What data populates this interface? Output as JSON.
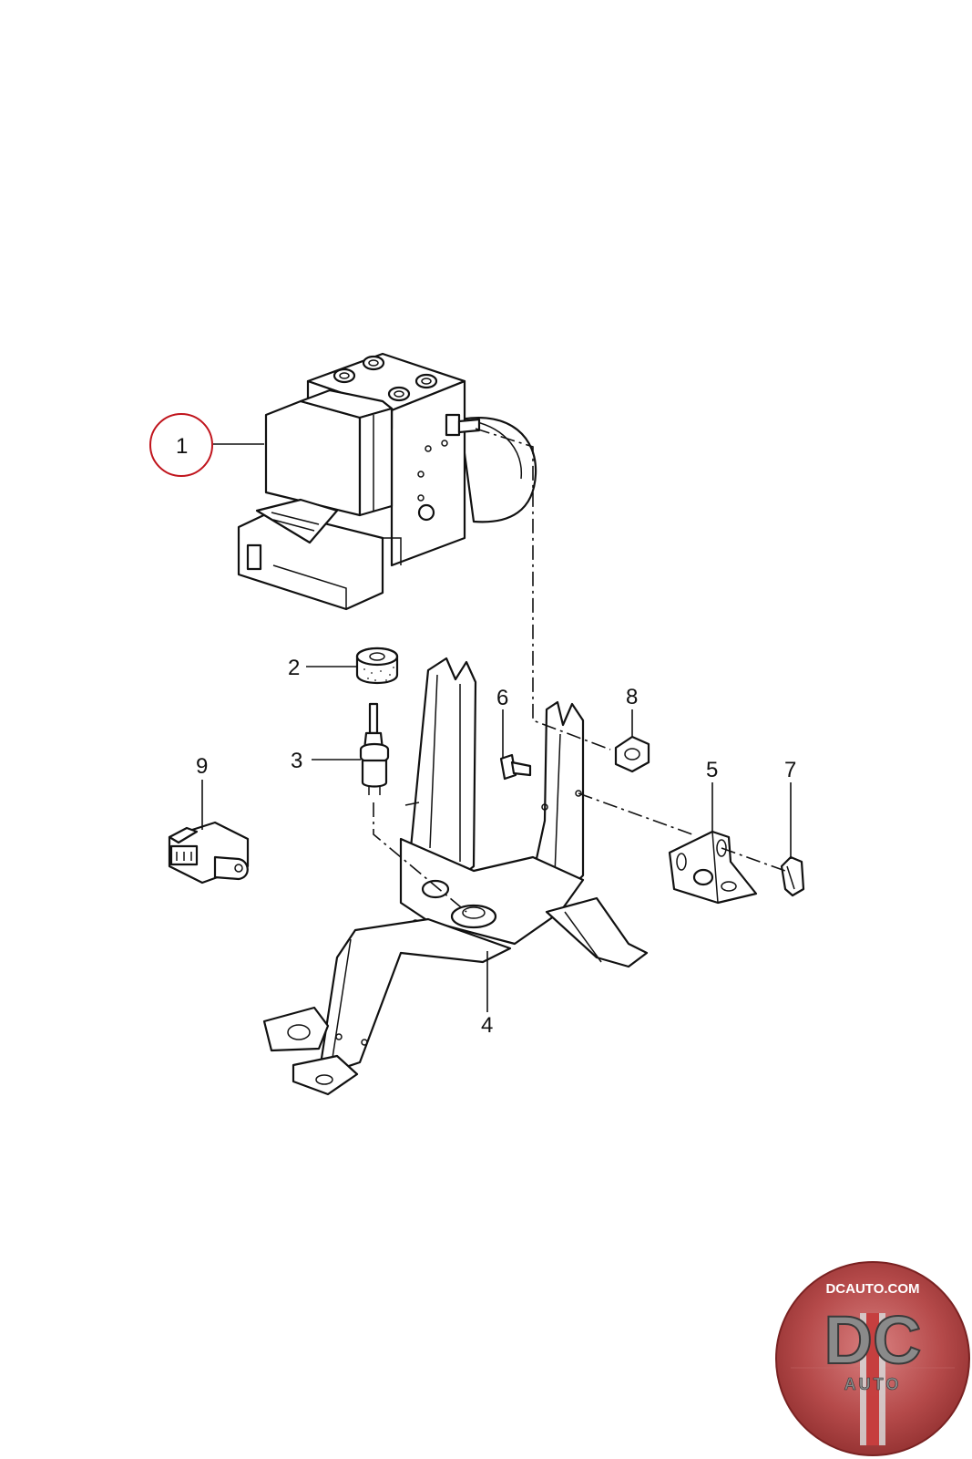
{
  "diagram": {
    "callouts": [
      {
        "id": "1",
        "label": "1",
        "highlighted": true,
        "part": "abs-hydraulic-unit"
      },
      {
        "id": "2",
        "label": "2",
        "highlighted": false,
        "part": "rubber-grommet"
      },
      {
        "id": "3",
        "label": "3",
        "highlighted": false,
        "part": "rubber-mount-stud"
      },
      {
        "id": "4",
        "label": "4",
        "highlighted": false,
        "part": "mounting-bracket"
      },
      {
        "id": "5",
        "label": "5",
        "highlighted": false,
        "part": "angle-bracket"
      },
      {
        "id": "6",
        "label": "6",
        "highlighted": false,
        "part": "bolt"
      },
      {
        "id": "7",
        "label": "7",
        "highlighted": false,
        "part": "spring-clip"
      },
      {
        "id": "8",
        "label": "8",
        "highlighted": false,
        "part": "nut"
      },
      {
        "id": "9",
        "label": "9",
        "highlighted": false,
        "part": "sensor-connector"
      }
    ],
    "highlight_color": "#c0141c",
    "line_color": "#111111"
  },
  "logo": {
    "top_text": "DCAUTO.COM",
    "main_text": "DC",
    "sub_text": "AUTO",
    "badge_color": "#b23a3a"
  }
}
